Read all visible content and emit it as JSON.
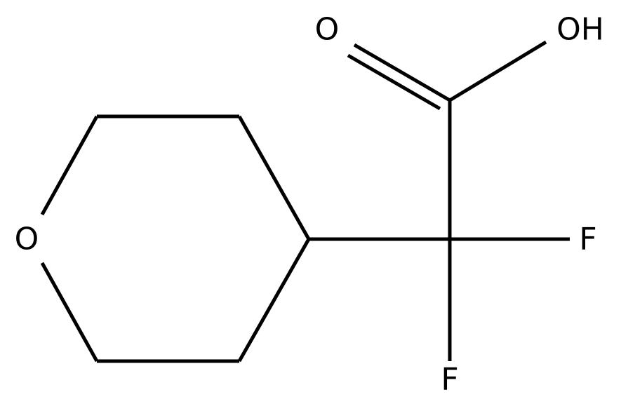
{
  "molecule": {
    "atoms": {
      "ring_oxygen": "O",
      "carbonyl_oxygen": "O",
      "hydroxyl": "OH",
      "fluorine_right": "F",
      "fluorine_bottom": "F"
    }
  },
  "colors": {
    "background": "#ffffff",
    "bond": "#000000",
    "label": "#000000"
  }
}
